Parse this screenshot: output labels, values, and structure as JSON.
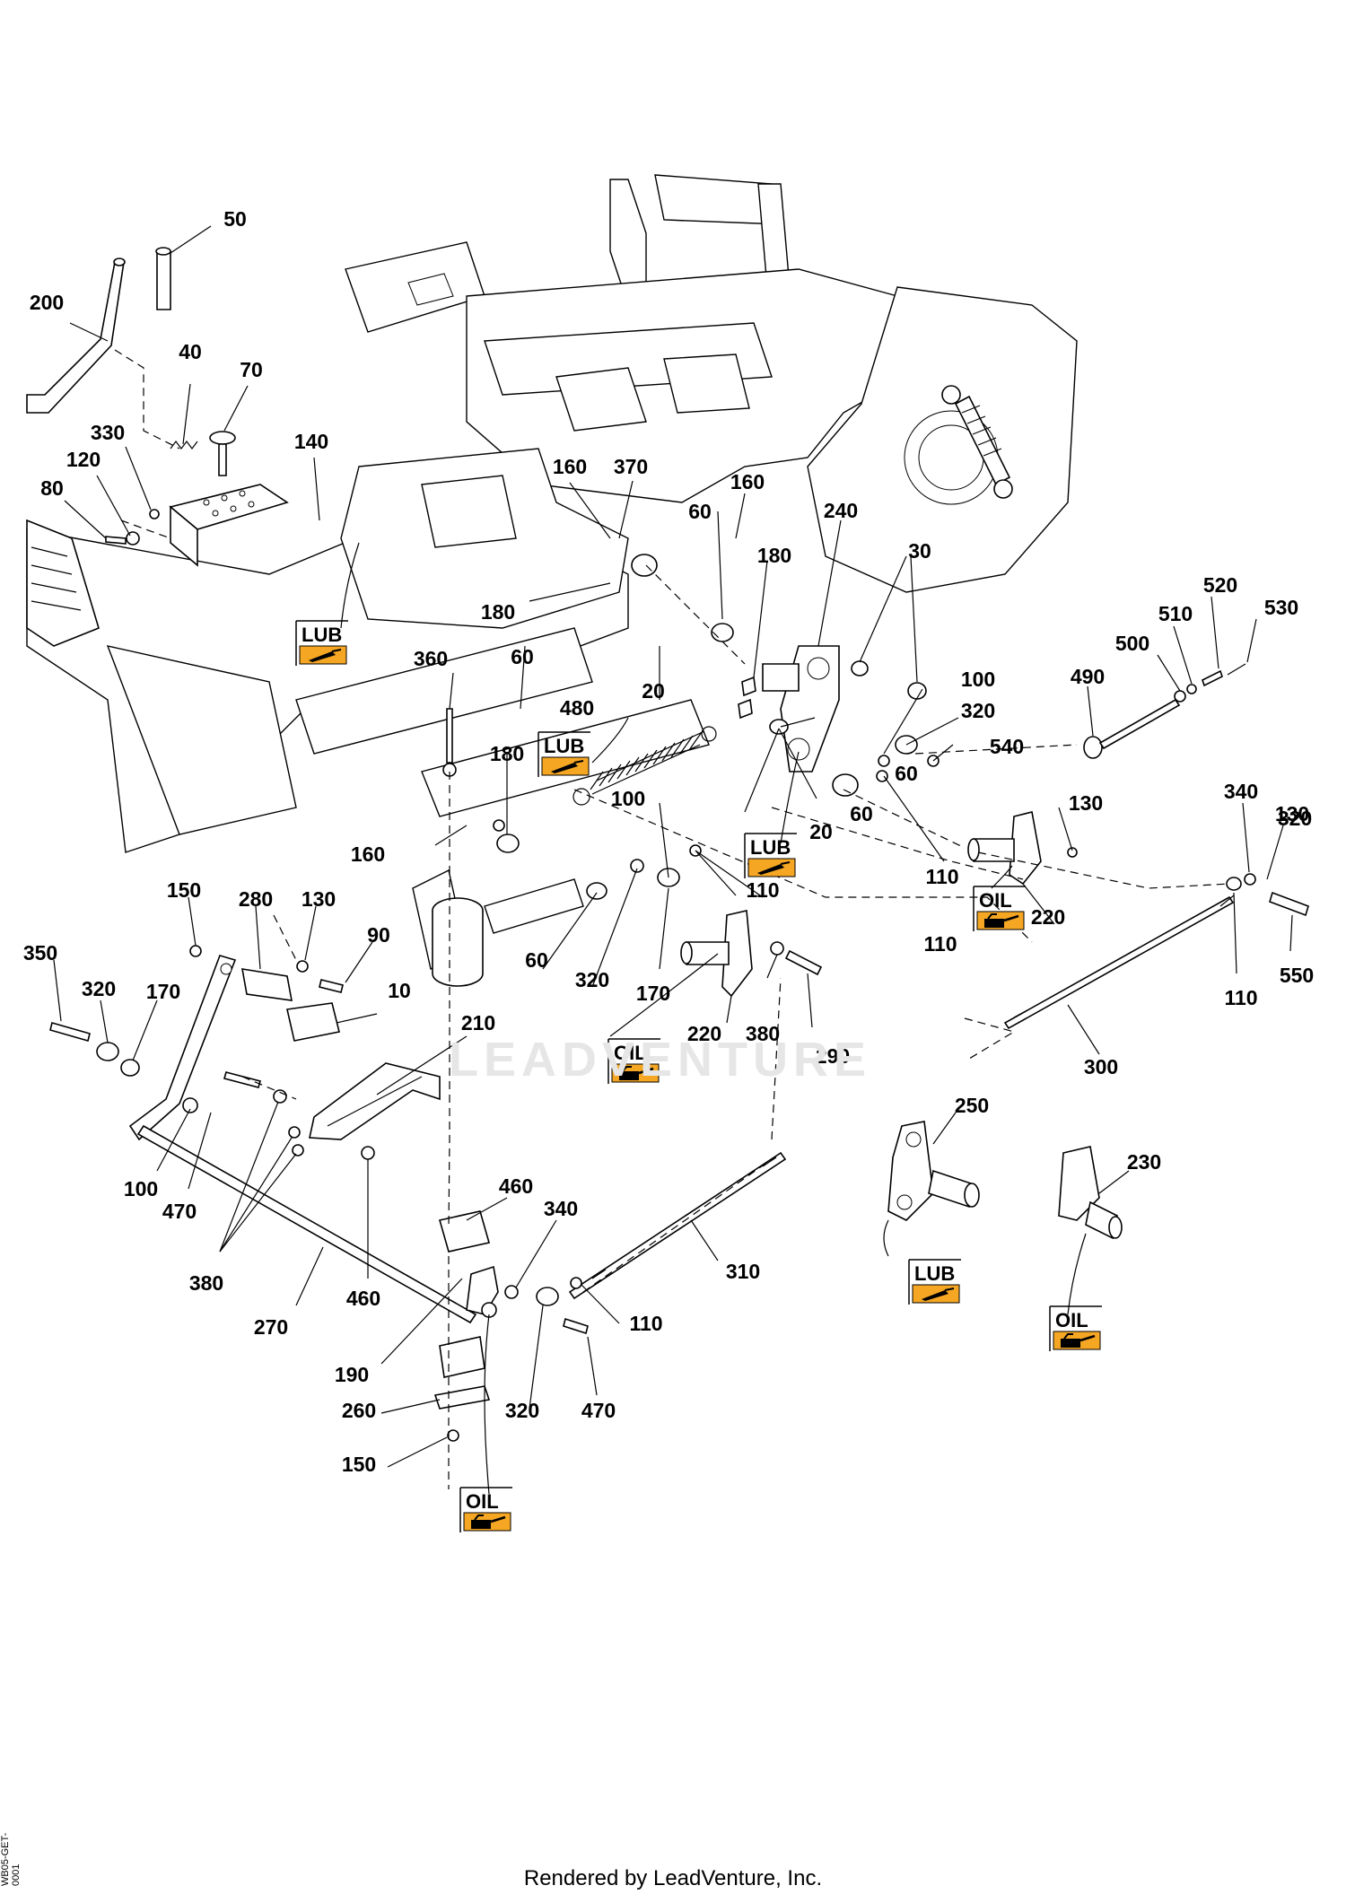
{
  "watermark": "LEADVENTURE",
  "footer": "Rendered by LeadVenture, Inc.",
  "doc_id": "WB05-GET-0001",
  "colors": {
    "badge_fill": "#f5a623",
    "line": "#000000"
  },
  "badges": [
    {
      "label": "LUB",
      "icon": "grease-gun-icon"
    },
    {
      "label": "LUB",
      "icon": "grease-gun-icon"
    },
    {
      "label": "LUB",
      "icon": "grease-gun-icon"
    },
    {
      "label": "LUB",
      "icon": "grease-gun-icon"
    },
    {
      "label": "OIL",
      "icon": "oil-can-icon"
    },
    {
      "label": "OIL",
      "icon": "oil-can-icon"
    },
    {
      "label": "OIL",
      "icon": "oil-can-icon"
    },
    {
      "label": "OIL",
      "icon": "oil-can-icon"
    }
  ],
  "callouts": [
    "50",
    "200",
    "40",
    "70",
    "330",
    "120",
    "80",
    "140",
    "160",
    "370",
    "160",
    "60",
    "240",
    "180",
    "30",
    "180",
    "60",
    "360",
    "20",
    "480",
    "100",
    "130",
    "520",
    "510",
    "530",
    "500",
    "490",
    "60",
    "320",
    "540",
    "180",
    "100",
    "20",
    "60",
    "110",
    "130",
    "340",
    "320",
    "160",
    "110",
    "110",
    "150",
    "280",
    "130",
    "90",
    "350",
    "320",
    "170",
    "10",
    "60",
    "320",
    "170",
    "220",
    "380",
    "290",
    "220",
    "110",
    "550",
    "210",
    "300",
    "100",
    "470",
    "380",
    "460",
    "460",
    "340",
    "310",
    "110",
    "270",
    "190",
    "260",
    "150",
    "320",
    "470",
    "250",
    "230"
  ]
}
